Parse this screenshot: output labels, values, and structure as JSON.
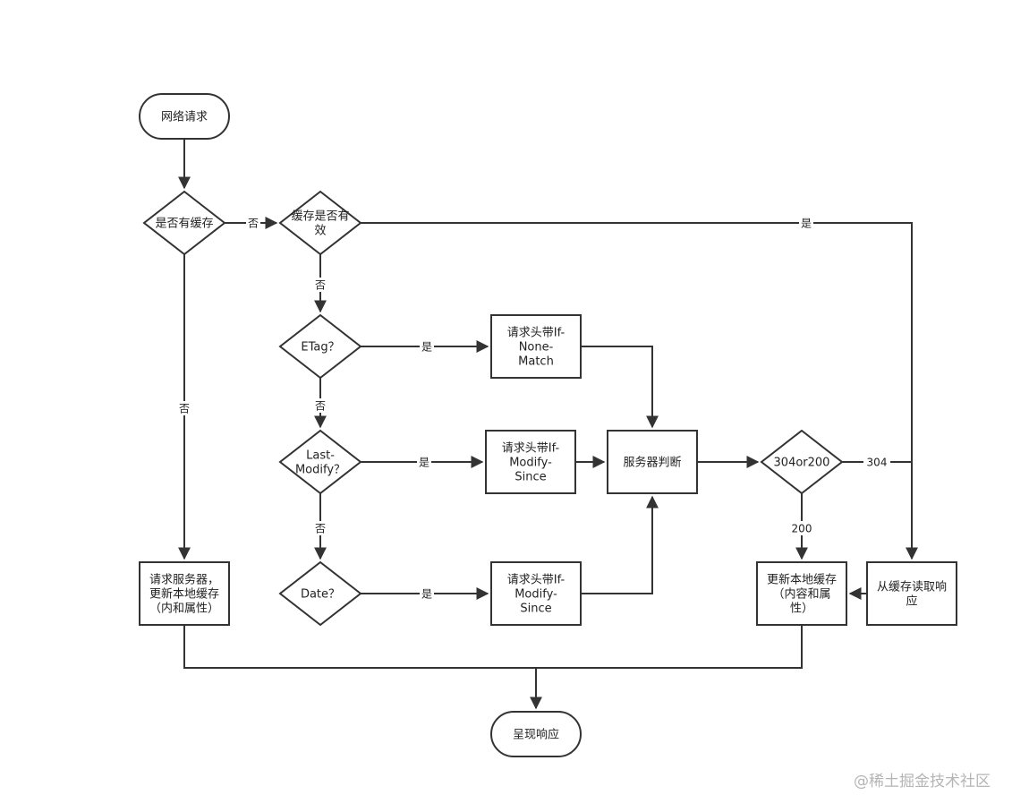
{
  "diagram": {
    "nodes": {
      "start": [
        "网络请求"
      ],
      "has_cache": [
        "是否有缓存"
      ],
      "cache_valid": [
        "缓存是否有",
        "效"
      ],
      "etag": [
        "ETag？"
      ],
      "last_modify": [
        "Last-",
        "Modify？"
      ],
      "date": [
        "Date？"
      ],
      "req_none_match": [
        "请求头带If-",
        "None-",
        "Match"
      ],
      "req_modify_since_1": [
        "请求头带If-",
        "Modify-",
        "Since"
      ],
      "req_modify_since_2": [
        "请求头带If-",
        "Modify-",
        "Since"
      ],
      "server_judge": [
        "服务器判断"
      ],
      "status_code": [
        "304or200"
      ],
      "request_server": [
        "请求服务器，",
        "更新本地缓存",
        "（内和属性）"
      ],
      "update_cache": [
        "更新本地缓存",
        "（内容和属",
        "性）"
      ],
      "read_cache": [
        "从缓存读取响",
        "应"
      ],
      "render": [
        "呈现响应"
      ]
    },
    "edge_labels": {
      "no_cache_to_valid": "否",
      "valid_yes": "是",
      "valid_no": "否",
      "etag_yes": "是",
      "etag_no": "否",
      "has_cache_no": "否",
      "last_modify_yes": "是",
      "last_modify_no": "否",
      "date_yes": "是",
      "code_304": "304",
      "code_200": "200"
    }
  },
  "watermark": "@稀土掘金技术社区"
}
